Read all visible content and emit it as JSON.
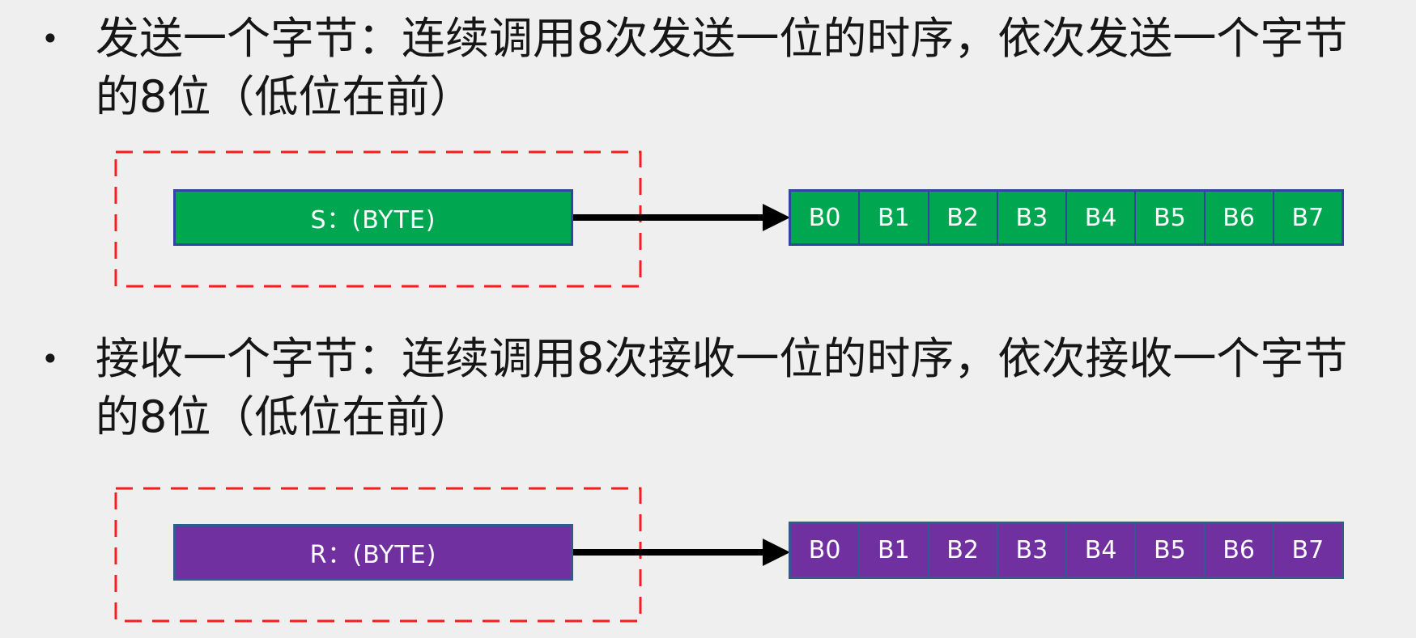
{
  "page": {
    "background_color": "#F0EFEF",
    "text_color": "#161616"
  },
  "bullets": [
    {
      "marker": "•",
      "line1": "发送一个字节：连续调用8次发送一位的时序，依次发送一个字节",
      "line2": "的8位（低位在前）"
    },
    {
      "marker": "•",
      "line1": "接收一个字节：连续调用8次接收一位的时序，依次接收一个字节",
      "line2": "的8位（低位在前）"
    }
  ],
  "diagrams": [
    {
      "id": "send-byte",
      "box_label": "S：(BYTE)",
      "fill_color": "#00A650",
      "border_color": "#32459E",
      "label_color": "#FFFFFF",
      "dash_color": "#FA1B1B",
      "arrow_color": "#000000",
      "bits": [
        "B0",
        "B1",
        "B2",
        "B3",
        "B4",
        "B5",
        "B6",
        "B7"
      ]
    },
    {
      "id": "receive-byte",
      "box_label": "R：(BYTE)",
      "fill_color": "#7030A0",
      "border_color": "#2F5B8F",
      "label_color": "#FFFFFF",
      "dash_color": "#FA1B1B",
      "arrow_color": "#000000",
      "bits": [
        "B0",
        "B1",
        "B2",
        "B3",
        "B4",
        "B5",
        "B6",
        "B7"
      ]
    }
  ]
}
